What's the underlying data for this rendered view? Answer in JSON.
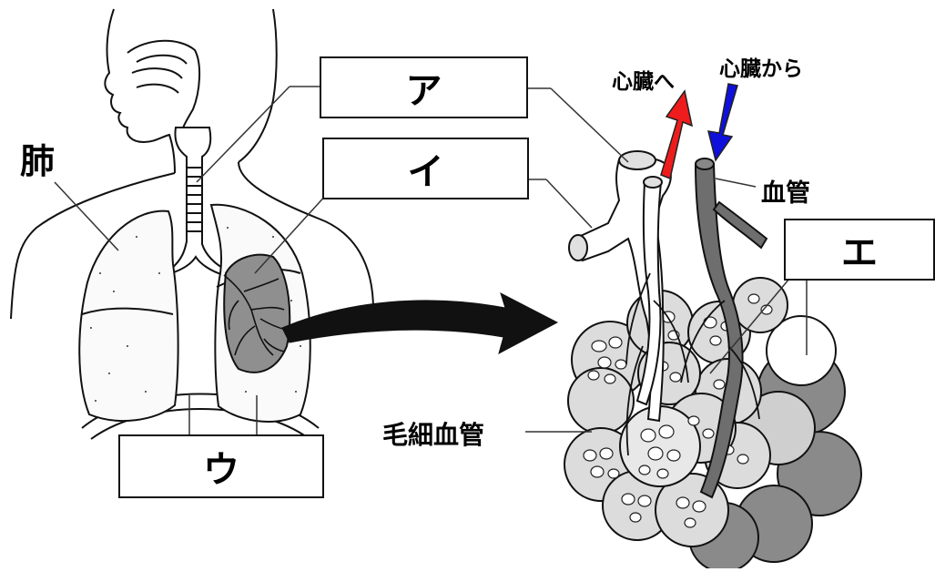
{
  "labels": {
    "lung": "肺",
    "to_heart": "心臓へ",
    "from_heart": "心臓から",
    "blood_vessel": "血管",
    "capillary": "毛細血管",
    "box_a": "ア",
    "box_i": "イ",
    "box_u": "ウ",
    "box_e": "エ"
  },
  "colors": {
    "to_heart_arrow": "#ee1c1c",
    "from_heart_arrow": "#1010dd",
    "outline": "#111111",
    "alveolus_fill": "#8a8a8a",
    "alveolus_light": "#cfcfcf"
  }
}
